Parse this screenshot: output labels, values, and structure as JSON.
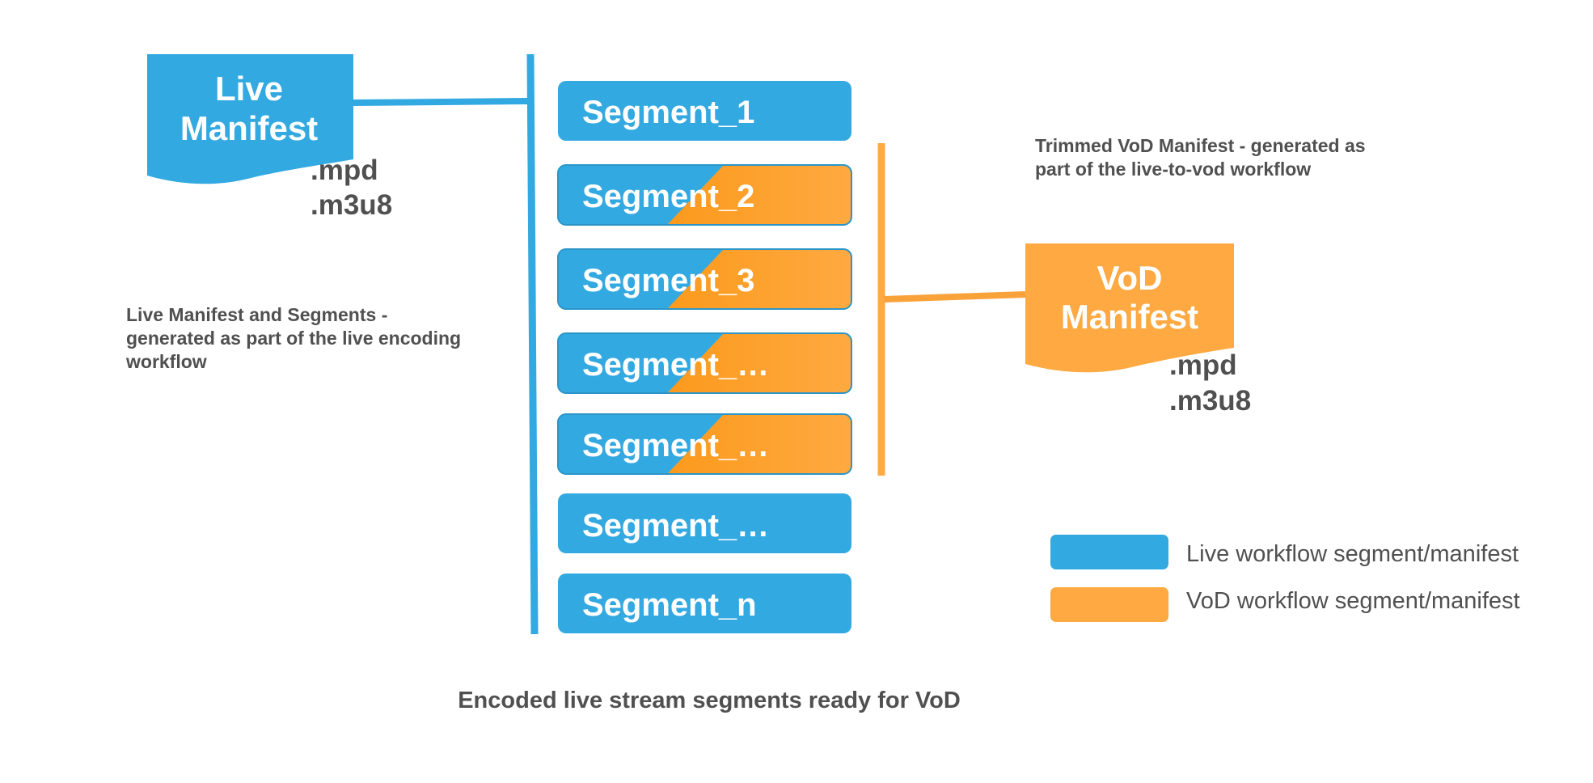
{
  "colors": {
    "live": "#33a9e1",
    "live_stroke": "#2b95c8",
    "vod": "#fea941",
    "vod_line": "#f9a23a",
    "text_gray": "#505050"
  },
  "live_manifest": {
    "title_line1": "Live",
    "title_line2": "Manifest",
    "ext_line1": ".mpd",
    "ext_line2": ".m3u8"
  },
  "live_note": {
    "line1": "Live Manifest and Segments -",
    "line2": "generated as part of the live encoding",
    "line3": "workflow"
  },
  "segments": [
    {
      "label": "Segment_1",
      "vod": false
    },
    {
      "label": "Segment_2",
      "vod": true
    },
    {
      "label": "Segment_3",
      "vod": true
    },
    {
      "label": "Segment_…",
      "vod": true
    },
    {
      "label": "Segment_…",
      "vod": true
    },
    {
      "label": "Segment_…",
      "vod": false
    },
    {
      "label": "Segment_n",
      "vod": false
    }
  ],
  "vod_note": {
    "line1": "Trimmed VoD Manifest -  generated as",
    "line2": "part of the live-to-vod workflow"
  },
  "vod_manifest": {
    "title_line1": "VoD",
    "title_line2": "Manifest",
    "ext_line1": ".mpd",
    "ext_line2": ".m3u8"
  },
  "legend": {
    "live_label": "Live workflow segment/manifest",
    "vod_label": "VoD workflow segment/manifest"
  },
  "caption": "Encoded live stream segments ready for VoD"
}
